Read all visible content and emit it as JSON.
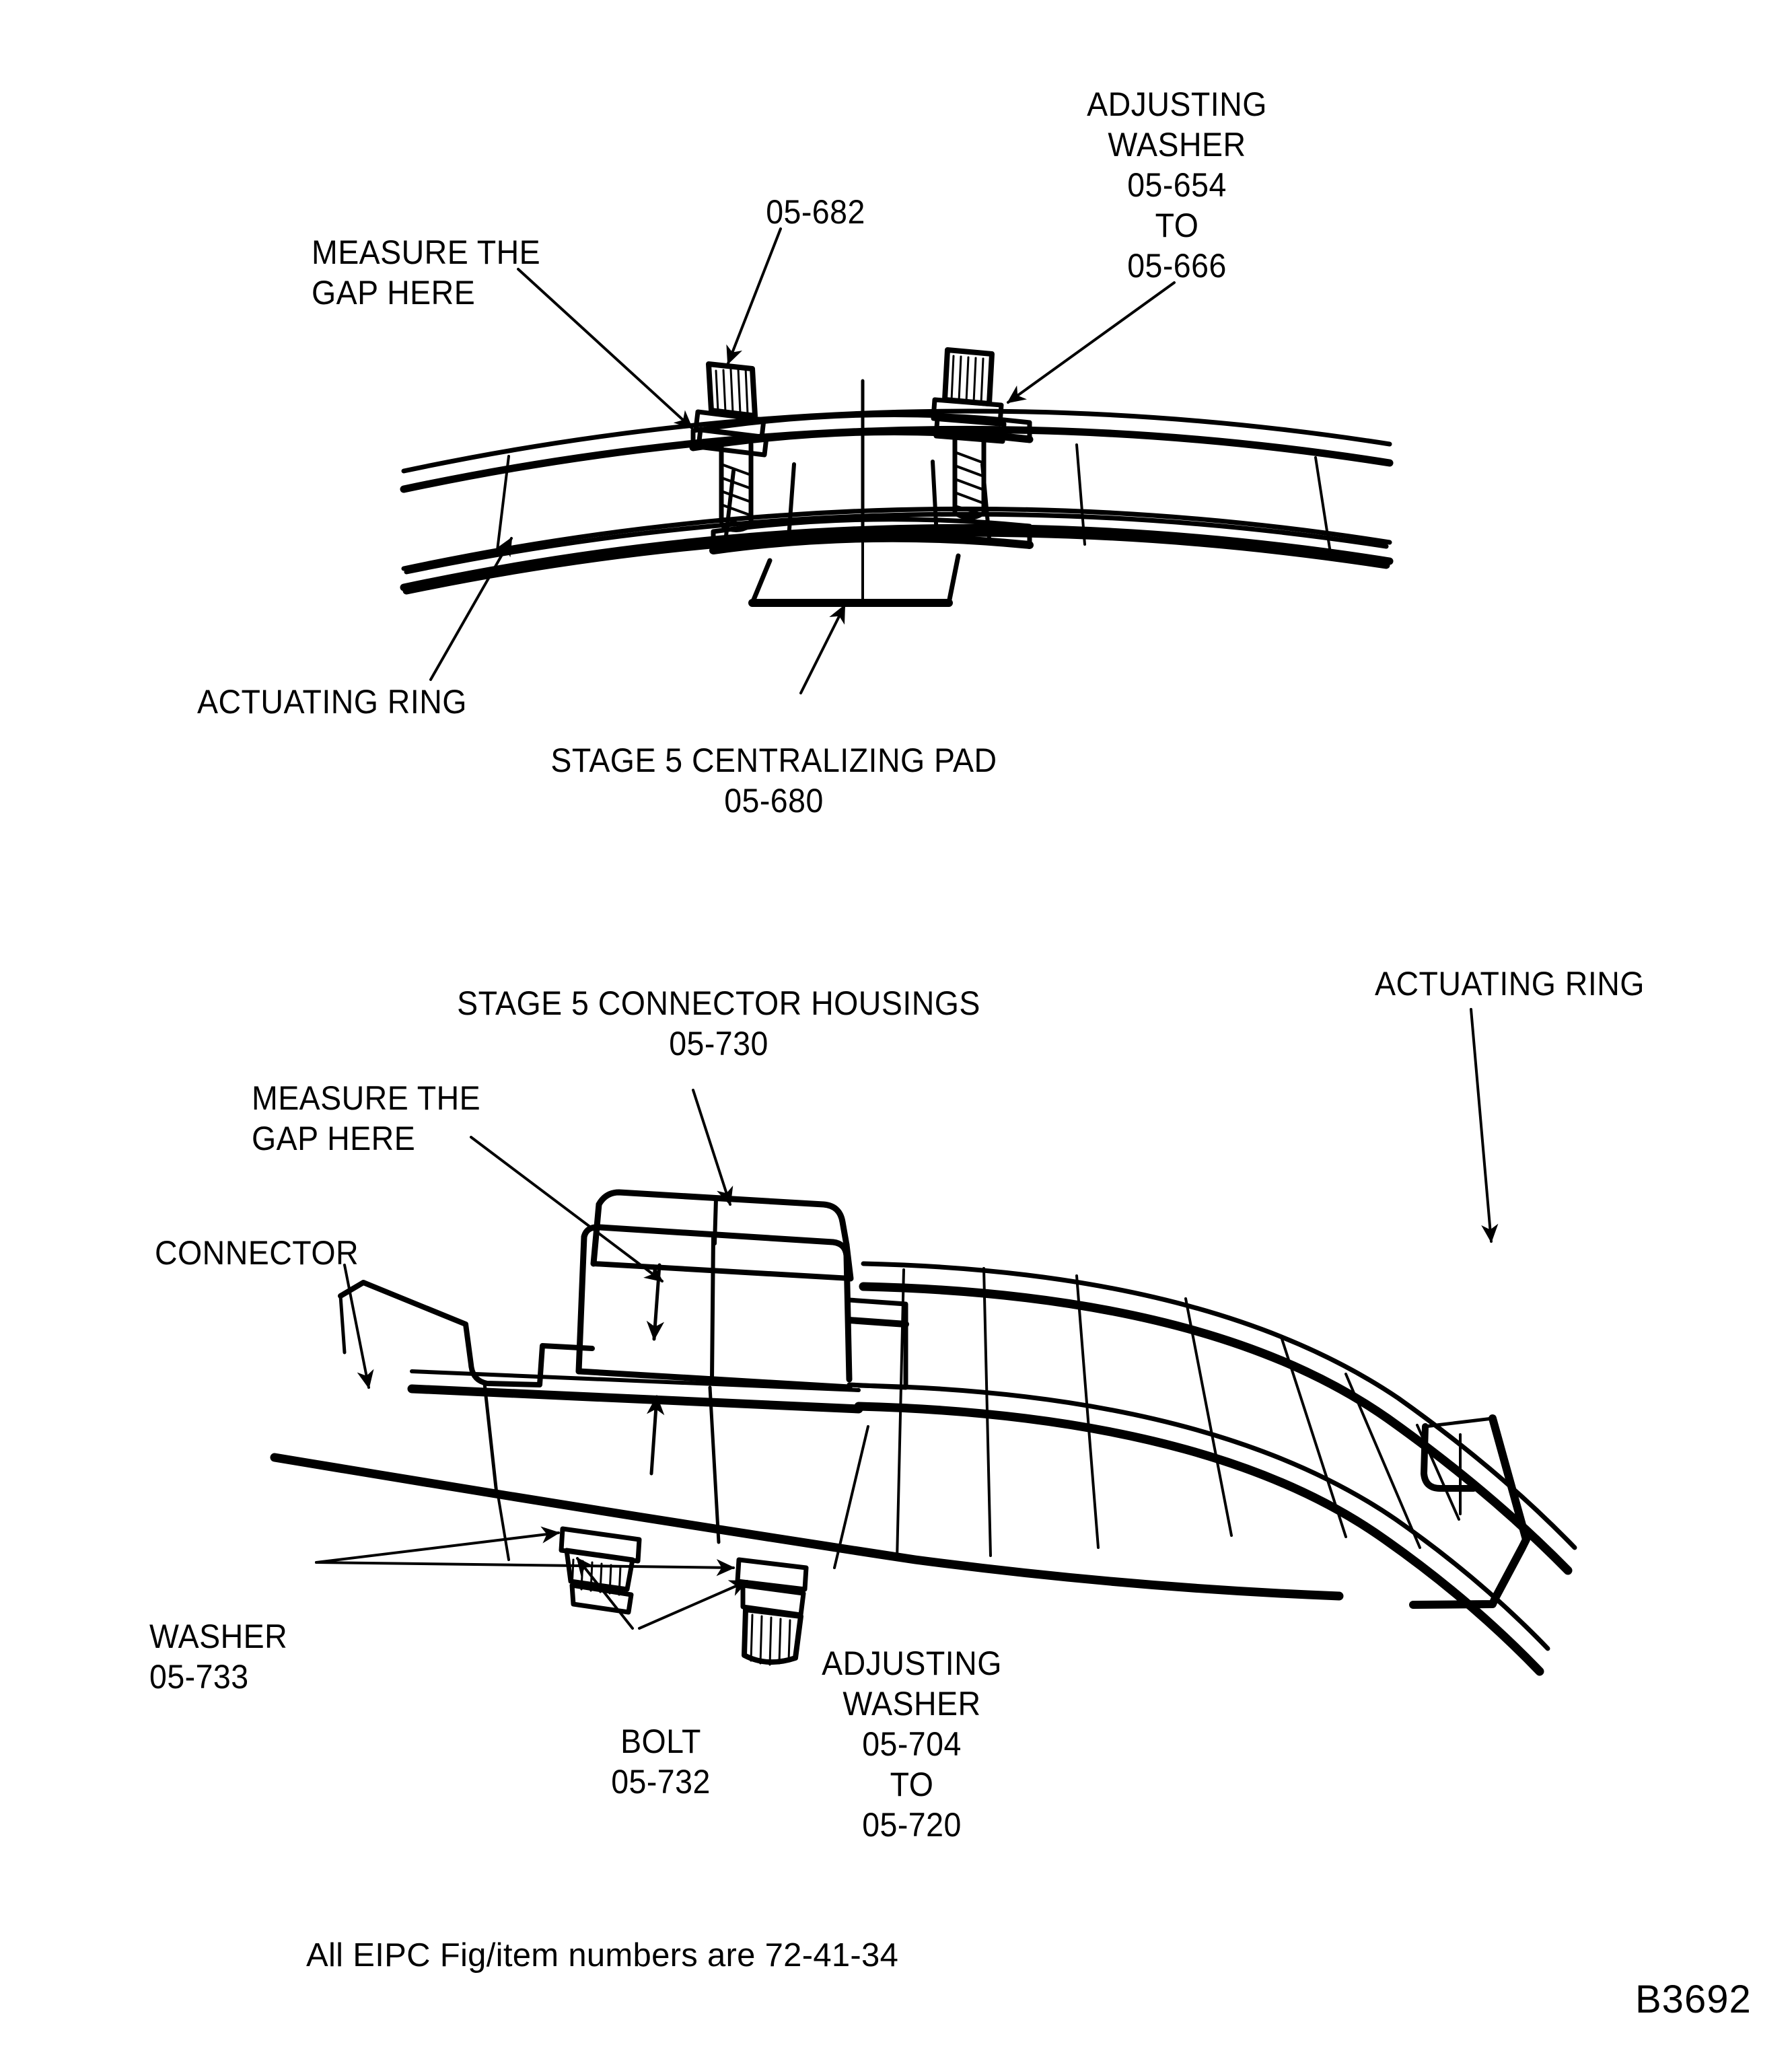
{
  "document": {
    "figure_id": "B3692",
    "footnote": "All EIPC Fig/item numbers are 72-41-34",
    "ink_color": "#000000",
    "background_color": "#ffffff"
  },
  "upper_view": {
    "labels": {
      "measure_gap": "MEASURE THE\nGAP HERE",
      "bolt_item": "05-682",
      "adjusting_washer": "ADJUSTING\nWASHER\n05-654\nTO\n05-666",
      "actuating_ring": "ACTUATING RING",
      "centralizing_pad": "STAGE 5 CENTRALIZING PAD\n05-680"
    }
  },
  "lower_view": {
    "labels": {
      "connector_housings": "STAGE 5 CONNECTOR HOUSINGS\n05-730",
      "actuating_ring": "ACTUATING RING",
      "measure_gap": "MEASURE THE\nGAP HERE",
      "connector": "CONNECTOR",
      "washer": "WASHER\n05-733",
      "bolt": "BOLT\n05-732",
      "adjusting_washer": "ADJUSTING\nWASHER\n05-704\nTO\n05-720"
    }
  }
}
